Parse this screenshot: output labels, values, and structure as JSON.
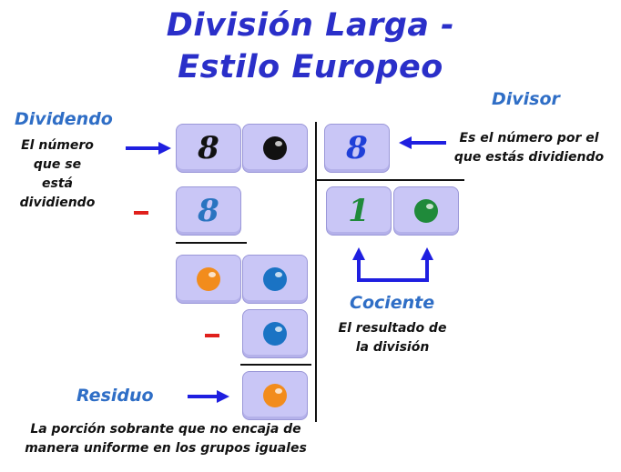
{
  "title": {
    "line1": "División Larga -",
    "line2": "Estilo Europeo"
  },
  "labels": {
    "dividendo": "Dividendo",
    "dividendo_desc": [
      "El número",
      "que se",
      "está",
      "dividiendo"
    ],
    "divisor": "Divisor",
    "divisor_desc": [
      "Es el número por el",
      "que estás dividiendo"
    ],
    "cociente": "Cociente",
    "cociente_desc": [
      "El resultado de",
      "la división"
    ],
    "residuo": "Residuo",
    "residuo_desc": [
      "La porción sobrante que no encaja de",
      "manera uniforme en los grupos iguales"
    ]
  },
  "tiles": {
    "dividend": [
      "8",
      "0"
    ],
    "subtract1": "8",
    "bring_down": [
      "0",
      "0"
    ],
    "subtract2": "0",
    "remainder": "0",
    "divisor": "8",
    "quotient": [
      "1",
      "0"
    ]
  },
  "colors": {
    "title": "#2a2fc9",
    "label": "#2f6ec6",
    "tile_bg": "#c9c6f6",
    "arrow": "#1f1fe0",
    "minus": "#e0201c",
    "dividend_digits": "#111111",
    "divisor_digit": "#1f3fd8",
    "subtract_digit": "#2a74c0",
    "orange_digit": "#f28c1c",
    "blue_digit": "#1a73c4",
    "quotient_digit": "#1f8a3a"
  }
}
